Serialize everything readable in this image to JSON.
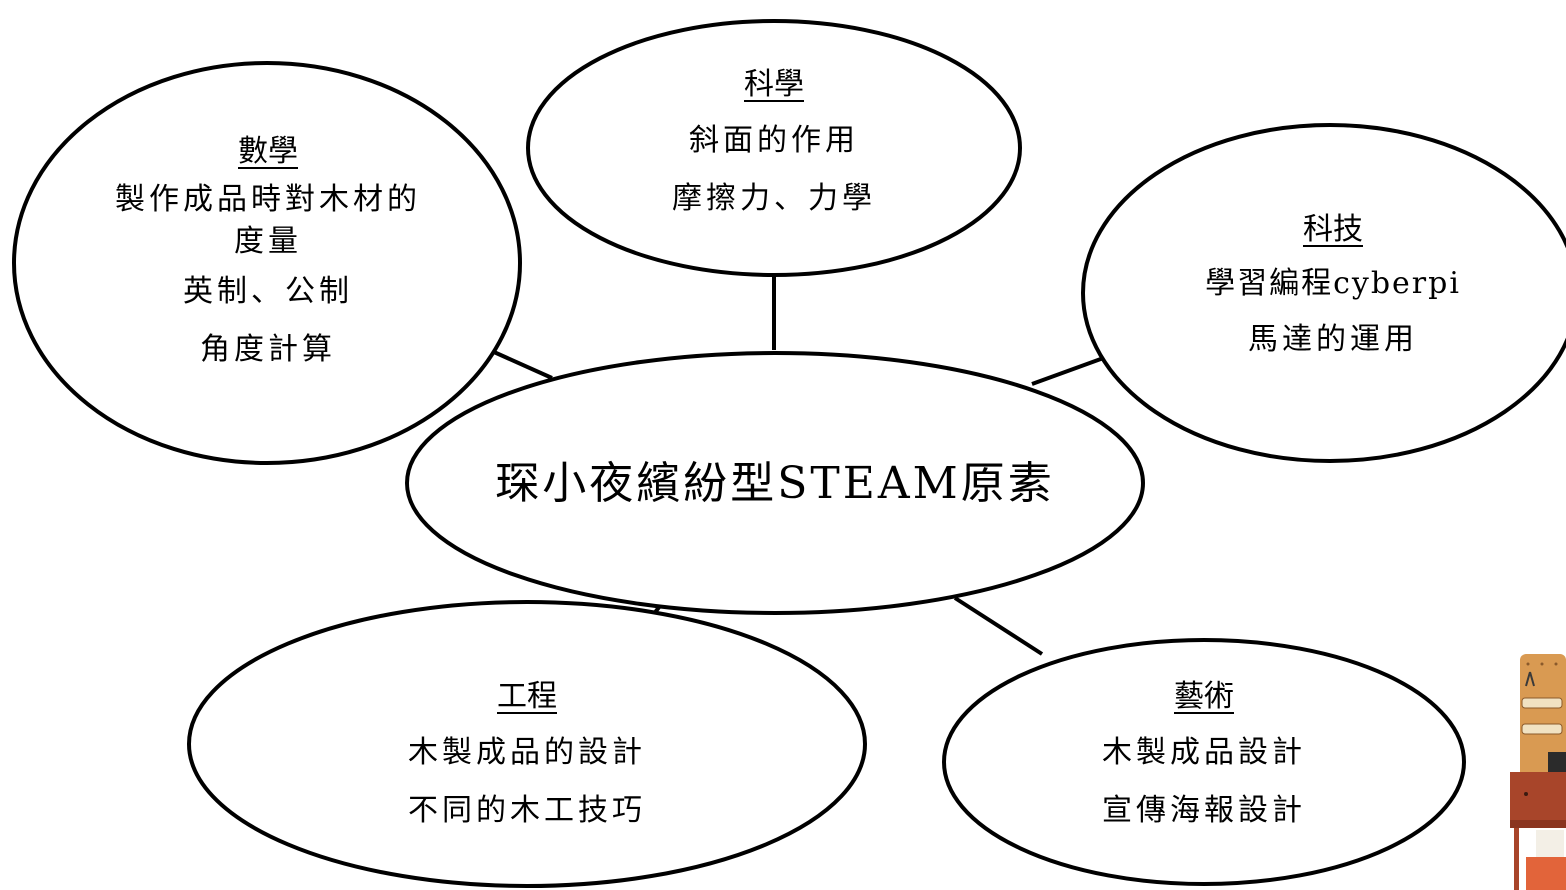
{
  "center": {
    "title": "琛小夜繽紛型STEAM原素"
  },
  "nodes": {
    "math": {
      "title": "數學",
      "lines": [
        "製作成品時對木材的",
        "度量",
        "英制、公制",
        "角度計算"
      ]
    },
    "science": {
      "title": "科學",
      "lines": [
        "斜面的作用",
        "摩擦力、力學"
      ]
    },
    "technology": {
      "title": "科技",
      "lines": [
        "學習編程cyberpi",
        "馬達的運用"
      ]
    },
    "engineering": {
      "title": "工程",
      "lines": [
        "木製成品的設計",
        "不同的木工技巧"
      ]
    },
    "art": {
      "title": "藝術",
      "lines": [
        "木製成品設計",
        "宣傳海報設計"
      ]
    }
  },
  "colors": {
    "stroke": "#000000",
    "background": "#ffffff",
    "art_wood": "#d99a52",
    "art_shelf": "#a8452a",
    "art_accent": "#e2643a"
  }
}
